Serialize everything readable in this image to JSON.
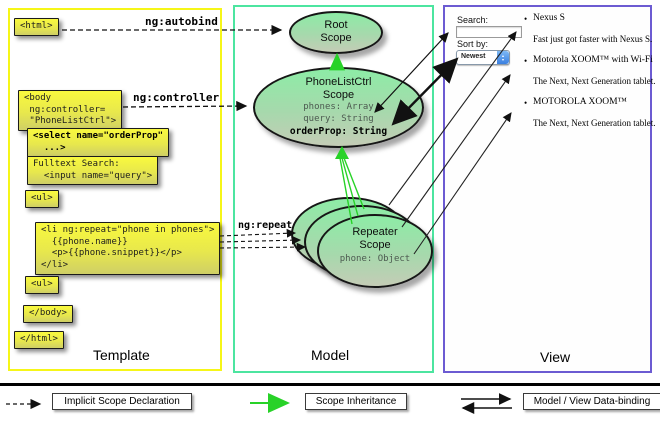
{
  "colors": {
    "template_border": "#f6f618",
    "model_border": "#4ce5a0",
    "view_border": "#6c5bd2",
    "code_box_gradient_top": "#f9f93e",
    "code_box_gradient_bottom": "#cfcf66",
    "scope_gradient_top": "#8deca6",
    "scope_gradient_bottom": "#c4ccb6",
    "green": "#28d228",
    "black": "#111111",
    "sort_stepper_blue": "#3a7fe0"
  },
  "columns": {
    "template_label": "Template",
    "model_label": "Model",
    "view_label": "View"
  },
  "annotations": {
    "autobind": "ng:autobind",
    "controller": "ng:controller",
    "repeat": "ng:repeat"
  },
  "template": {
    "html_open": "<html>",
    "body_open": "<body\n ng:controller=\n \"PhoneListCtrl\">",
    "select": "<select name=\"orderProp\"\n  ...>",
    "fulltext": "Fulltext Search:\n  <input name=\"query\">",
    "ul_open": "<ul>",
    "li_repeat": "<li ng:repeat=\"phone in phones\">\n  {{phone.name}}\n  <p>{{phone.snippet}}</p>\n</li>",
    "ul_close": "<ul>",
    "body_close": "</body>",
    "html_close": "</html>"
  },
  "model": {
    "root_scope_title": "Root\nScope",
    "phonelist_title": "PhoneListCtrl\nScope",
    "phonelist_props": "phones: Array\nquery: String",
    "phonelist_prop_bold": "orderProp: String",
    "repeater_title": "Repeater\nScope",
    "repeater_prop": "phone: Object"
  },
  "view": {
    "search_label": "Search:",
    "search_value": "",
    "sort_label": "Sort by:",
    "sort_value": "Newest",
    "bullet": "•",
    "stepper_up": "▴",
    "stepper_down": "▾",
    "items": [
      {
        "name": "Nexus S",
        "desc": "Fast just got faster with Nexus S."
      },
      {
        "name": "Motorola XOOM™ with Wi-Fi",
        "desc": "The Next, Next Generation tablet."
      },
      {
        "name": "MOTOROLA XOOM™",
        "desc": "The Next, Next Generation tablet."
      }
    ]
  },
  "legend": {
    "implicit": "Implicit Scope Declaration",
    "inheritance": "Scope Inheritance",
    "databinding": "Model / View Data-binding"
  }
}
